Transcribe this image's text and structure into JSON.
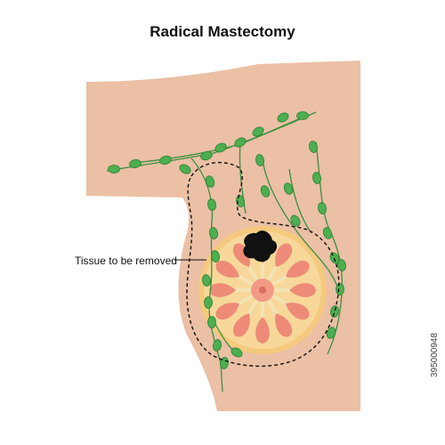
{
  "title": "Radical Mastectomy",
  "annotation": "Tissue to be removed",
  "stock_id": "395000948",
  "colors": {
    "skin": "#EBC0A5",
    "lymph_node": "#4CAF50",
    "lymph_vessel": "#3A8F3F",
    "gland_fat": "#F5C97E",
    "lobule": "#EE8B78",
    "tumor": "#111111",
    "nipple": "#F29A86",
    "dashed_line": "#111111"
  },
  "icons": [
    "lymph-node-icon",
    "tumor-icon"
  ]
}
